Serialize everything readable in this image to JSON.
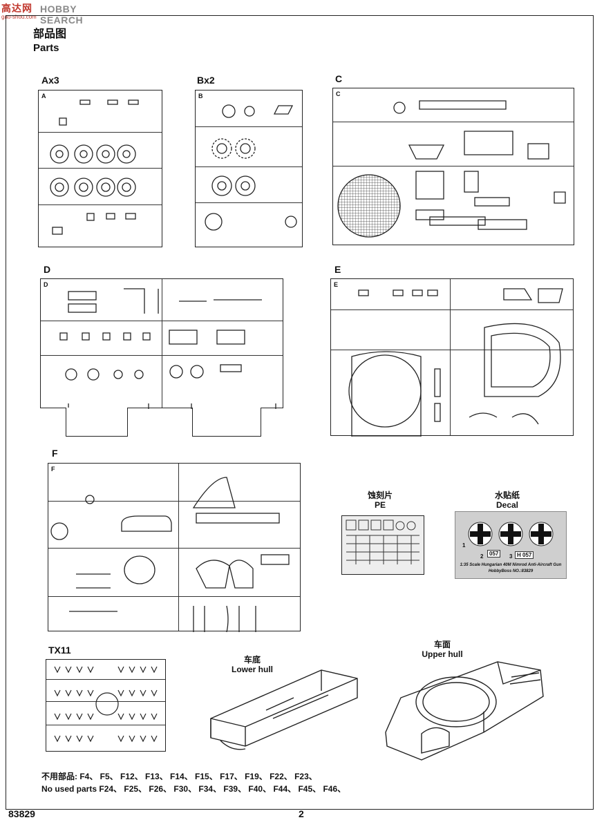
{
  "watermark": {
    "logo": "高达网",
    "brand": "HOBBY SEARCH",
    "url": "gao-shou.com"
  },
  "header": {
    "title_cn": "部品图",
    "title_en": "Parts"
  },
  "sprues": [
    {
      "id": "Ax3"
    },
    {
      "id": "Bx2"
    },
    {
      "id": "C"
    },
    {
      "id": "D"
    },
    {
      "id": "E"
    },
    {
      "id": "F"
    },
    {
      "id": "TX11"
    }
  ],
  "sprue_tags": {
    "a": "A",
    "b": "B",
    "c": "C",
    "d": "D",
    "e": "E",
    "f": "F"
  },
  "pe": {
    "cn": "蚀刻片",
    "en": "PE"
  },
  "decal": {
    "cn": "水贴纸",
    "en": "Decal",
    "caption1": "1:35 Scale   Hungarian 40M Nimrod Anti-Aircraft Gun",
    "caption2": "HobbyBoss NO.:83829",
    "marks": [
      "1",
      "2",
      "3"
    ],
    "plates": [
      "057",
      "H 057"
    ]
  },
  "hulls": {
    "lower_cn": "车底",
    "lower_en": "Lower hull",
    "upper_cn": "车面",
    "upper_en": "Upper hull"
  },
  "unused": {
    "cn_label": "不用部品:",
    "cn_parts": "F4、 F5、 F12、 F13、 F14、 F15、 F17、 F19、 F22、 F23、",
    "en_label": "No used parts",
    "en_parts": "F24、 F25、 F26、 F30、 F34、 F39、 F40、 F44、 F45、 F46、"
  },
  "footer": {
    "kit_number": "83829",
    "page": "2"
  }
}
